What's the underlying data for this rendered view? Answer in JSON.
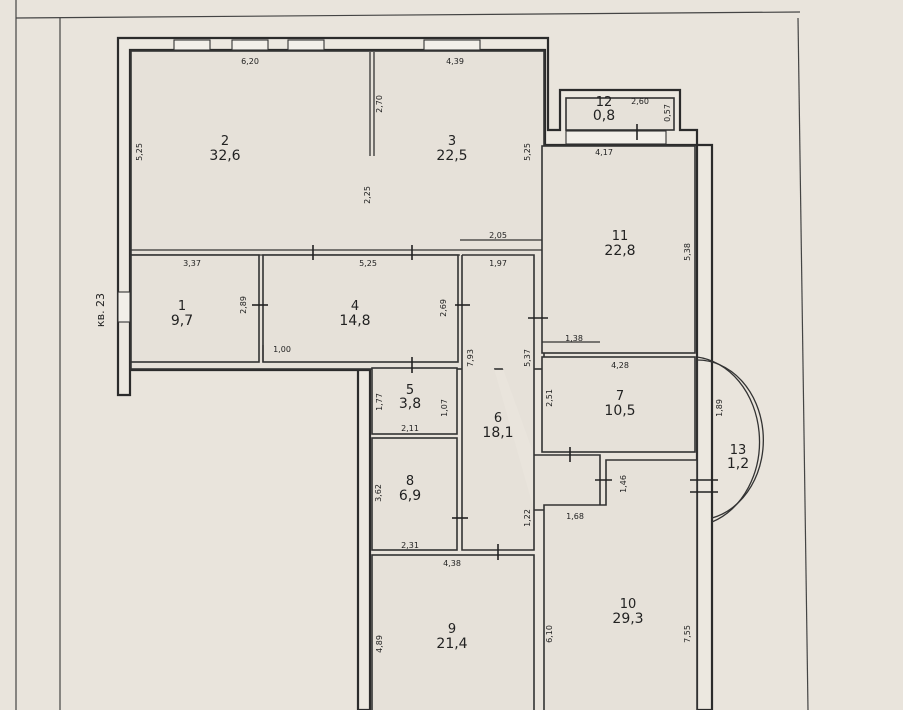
{
  "plan": {
    "apartment_label": "кв. 23",
    "rooms": [
      {
        "id": "1",
        "area": "9,7"
      },
      {
        "id": "2",
        "area": "32,6"
      },
      {
        "id": "3",
        "area": "22,5"
      },
      {
        "id": "4",
        "area": "14,8"
      },
      {
        "id": "5",
        "area": "3,8"
      },
      {
        "id": "6",
        "area": "18,1"
      },
      {
        "id": "7",
        "area": "10,5"
      },
      {
        "id": "8",
        "area": "6,9"
      },
      {
        "id": "9",
        "area": "21,4"
      },
      {
        "id": "10",
        "area": "29,3"
      },
      {
        "id": "11",
        "area": "22,8"
      },
      {
        "id": "12",
        "area": "0,8"
      },
      {
        "id": "13",
        "area": "1,2"
      }
    ],
    "dimensions": {
      "d620": "6,20",
      "d439": "4,39",
      "d270": "2,70",
      "d525a": "5,25",
      "d525b": "5,25",
      "d225": "2,25",
      "d205": "2,05",
      "d337": "3,37",
      "d525c": "5,25",
      "d197": "1,97",
      "d289": "2,89",
      "d100": "1,00",
      "d269": "2,69",
      "d793": "7,93",
      "d537": "5,37",
      "d260": "2,60",
      "d057": "0,57",
      "d417": "4,17",
      "d538": "5,38",
      "d138": "1,38",
      "d428": "4,28",
      "d251": "2,51",
      "d189": "1,89",
      "d177": "1,77",
      "d107": "1,07",
      "d211": "2,11",
      "d146": "1,46",
      "d362": "3,62",
      "d168": "1,68",
      "d122": "1,22",
      "d231": "2,31",
      "d438": "4,38",
      "d489": "4,89",
      "d610": "6,10",
      "d755": "7,55"
    }
  }
}
